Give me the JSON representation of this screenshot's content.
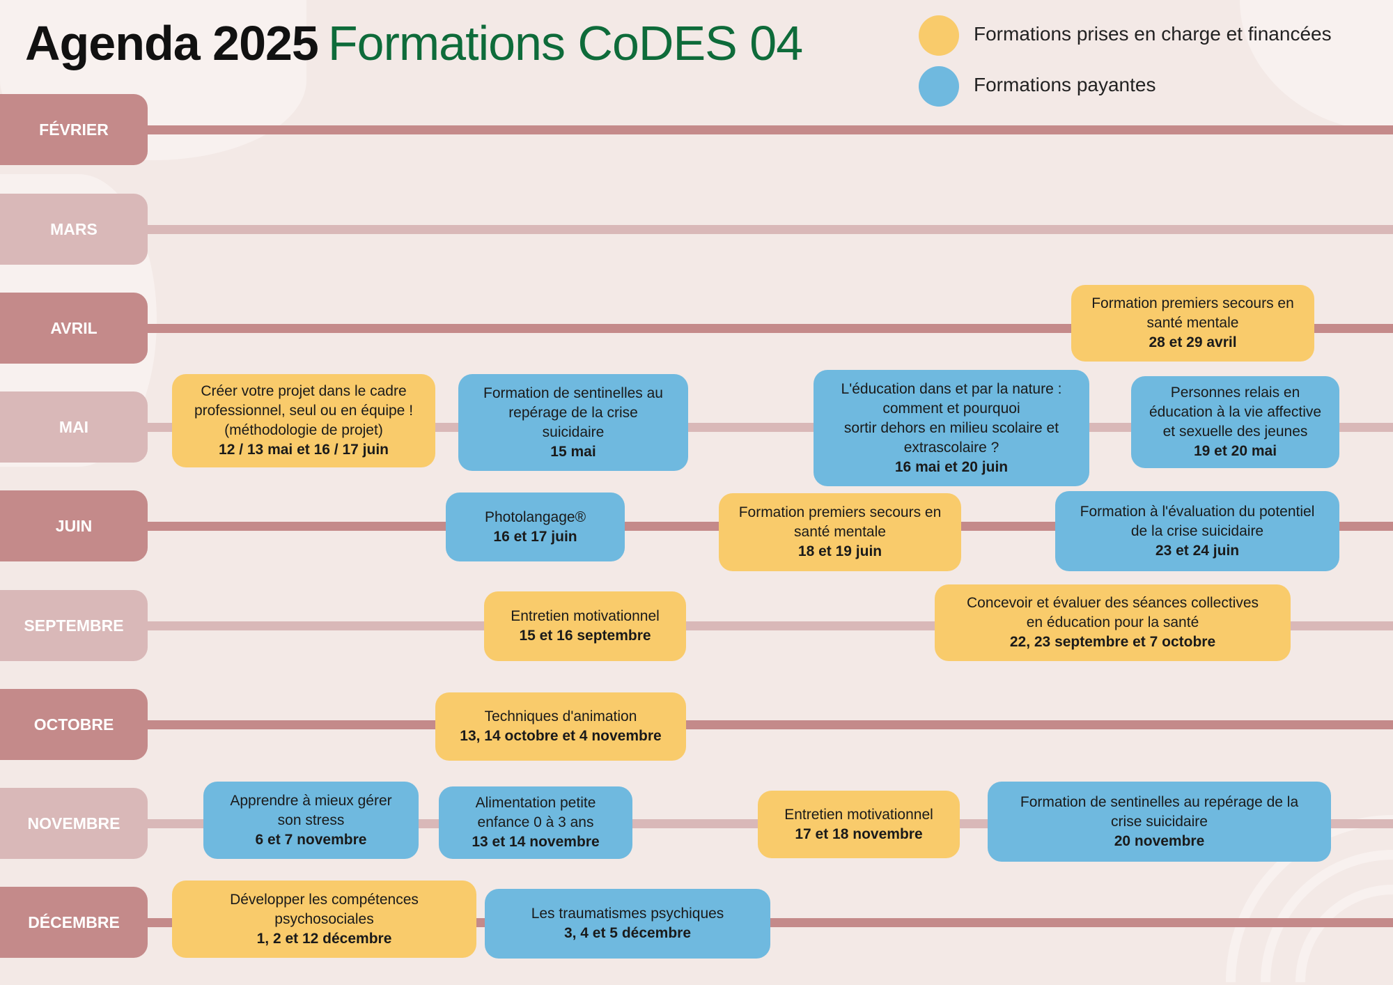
{
  "header": {
    "title_bold": "Agenda 2025",
    "title_accent": "Formations CoDES 04"
  },
  "legend": [
    {
      "label": "Formations prises en charge et financées",
      "color": "#f9cb6b"
    },
    {
      "label": "Formations payantes",
      "color": "#6fb9df"
    }
  ],
  "colors": {
    "funded": "#f9cb6b",
    "paid": "#6fb9df",
    "month_dark": "#c48a8a",
    "month_light": "#d9b8b8",
    "title_accent": "#0e6b3a"
  },
  "months": [
    "FÉVRIER",
    "MARS",
    "AVRIL",
    "MAI",
    "JUIN",
    "SEPTEMBRE",
    "OCTOBRE",
    "NOVEMBRE",
    "DÉCEMBRE"
  ],
  "trainings": [
    {
      "month": "AVRIL",
      "type": "funded",
      "lines": [
        "Formation premiers secours en",
        "santé mentale"
      ],
      "dates": "28 et 29 avril"
    },
    {
      "month": "MAI",
      "type": "funded",
      "lines": [
        "Créer votre projet dans le cadre",
        "professionnel, seul ou en équipe !",
        "(méthodologie de projet)"
      ],
      "dates": "12 / 13 mai et 16 / 17 juin"
    },
    {
      "month": "MAI",
      "type": "paid",
      "lines": [
        "Formation de sentinelles au",
        "repérage de la crise",
        "suicidaire"
      ],
      "dates": "15 mai"
    },
    {
      "month": "MAI",
      "type": "paid",
      "lines": [
        "L'éducation dans et par la nature :",
        "comment et pourquoi",
        "sortir dehors en milieu scolaire et",
        "extrascolaire ?"
      ],
      "dates": "16 mai et 20 juin"
    },
    {
      "month": "MAI",
      "type": "paid",
      "lines": [
        "Personnes relais en",
        "éducation à la vie affective",
        "et sexuelle des jeunes"
      ],
      "dates": "19 et 20 mai"
    },
    {
      "month": "JUIN",
      "type": "paid",
      "lines": [
        "Photolangage®"
      ],
      "dates": "16 et 17 juin"
    },
    {
      "month": "JUIN",
      "type": "funded",
      "lines": [
        "Formation premiers secours en",
        "santé mentale"
      ],
      "dates": "18 et 19 juin"
    },
    {
      "month": "JUIN",
      "type": "paid",
      "lines": [
        "Formation à l'évaluation du potentiel",
        "de la crise suicidaire"
      ],
      "dates": "23 et 24 juin"
    },
    {
      "month": "SEPTEMBRE",
      "type": "funded",
      "lines": [
        "Entretien motivationnel"
      ],
      "dates": "15 et 16 septembre"
    },
    {
      "month": "SEPTEMBRE",
      "type": "funded",
      "lines": [
        "Concevoir et évaluer des séances collectives",
        "en éducation pour la santé"
      ],
      "dates": "22, 23 septembre et 7 octobre"
    },
    {
      "month": "OCTOBRE",
      "type": "funded",
      "lines": [
        "Techniques d'animation"
      ],
      "dates": "13, 14 octobre et 4 novembre"
    },
    {
      "month": "NOVEMBRE",
      "type": "paid",
      "lines": [
        "Apprendre à mieux gérer",
        "son stress"
      ],
      "dates": "6 et 7 novembre"
    },
    {
      "month": "NOVEMBRE",
      "type": "paid",
      "lines": [
        "Alimentation petite",
        "enfance 0 à 3 ans"
      ],
      "dates": "13 et 14 novembre"
    },
    {
      "month": "NOVEMBRE",
      "type": "funded",
      "lines": [
        "Entretien motivationnel"
      ],
      "dates": "17 et 18 novembre"
    },
    {
      "month": "NOVEMBRE",
      "type": "paid",
      "lines": [
        "Formation de sentinelles au repérage de la",
        "crise suicidaire"
      ],
      "dates": "20 novembre"
    },
    {
      "month": "DÉCEMBRE",
      "type": "funded",
      "lines": [
        "Développer les compétences",
        "psychosociales"
      ],
      "dates": "1, 2 et 12 décembre"
    },
    {
      "month": "DÉCEMBRE",
      "type": "paid",
      "lines": [
        "Les traumatismes psychiques"
      ],
      "dates": "3, 4 et 5 décembre"
    }
  ]
}
